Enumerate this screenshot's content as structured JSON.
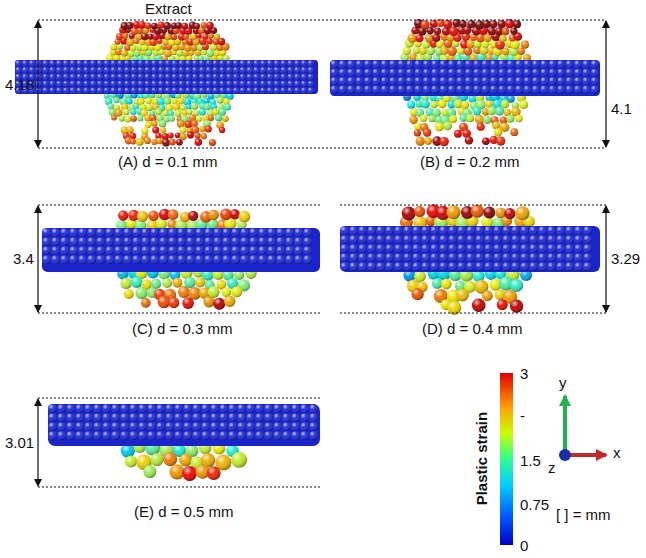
{
  "diagram": {
    "labels": [
      "Extract",
      "4.18",
      "4.1",
      "(A) d = 0.1 mm",
      "(B) d = 0.2 mm",
      "3.4",
      "3.29",
      "(C) d = 0.3 mm",
      "(D) d = 0.4 mm",
      "3.01",
      "(E) d = 0.5 mm",
      "3",
      "-",
      "1.5",
      "0.75",
      "0",
      "Plastic strain",
      "y",
      "z",
      "x",
      "[ ] = mm"
    ]
  }
}
